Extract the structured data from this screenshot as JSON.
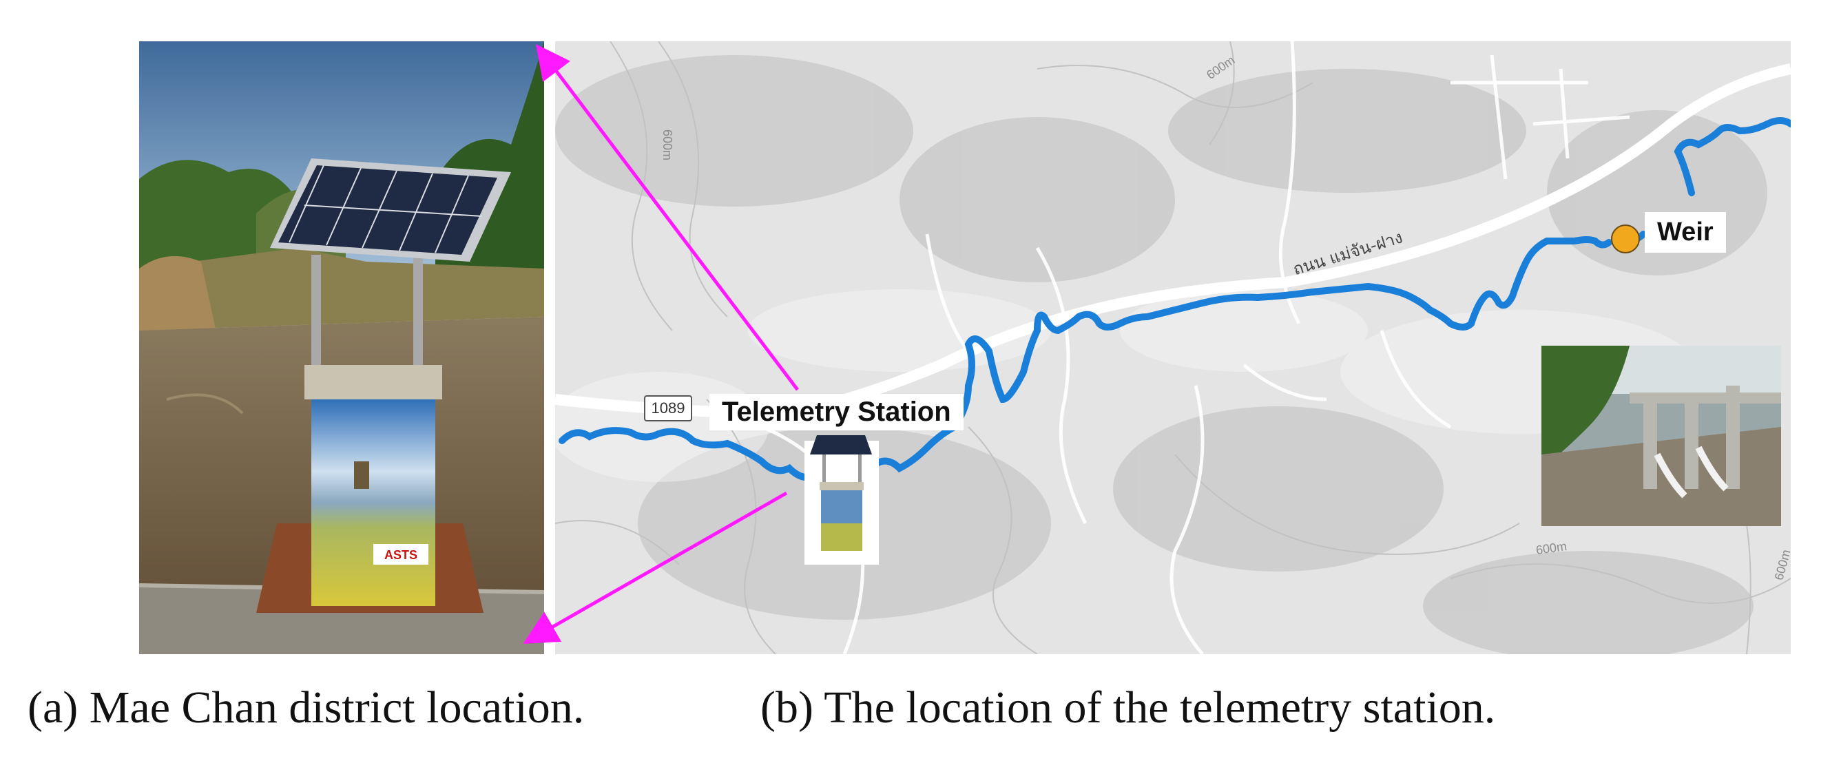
{
  "captions": {
    "panel_a": "(a)  Mae Chan district location.",
    "panel_b": "(b) The location of the telemetry station."
  },
  "map": {
    "station_label": "Telemetry Station",
    "weir_label": "Weir",
    "route_number": "1089",
    "road_name": "ถนน แม่จัน-ฝาง",
    "contour_label": "600m",
    "station_panel_brand": "ASTS"
  },
  "colors": {
    "river": "#1a7fd9",
    "callout_arrows": "#ff19ff",
    "weir_marker": "#f2a81d",
    "map_background": "#e4e4e4",
    "roads": "#ffffff"
  }
}
